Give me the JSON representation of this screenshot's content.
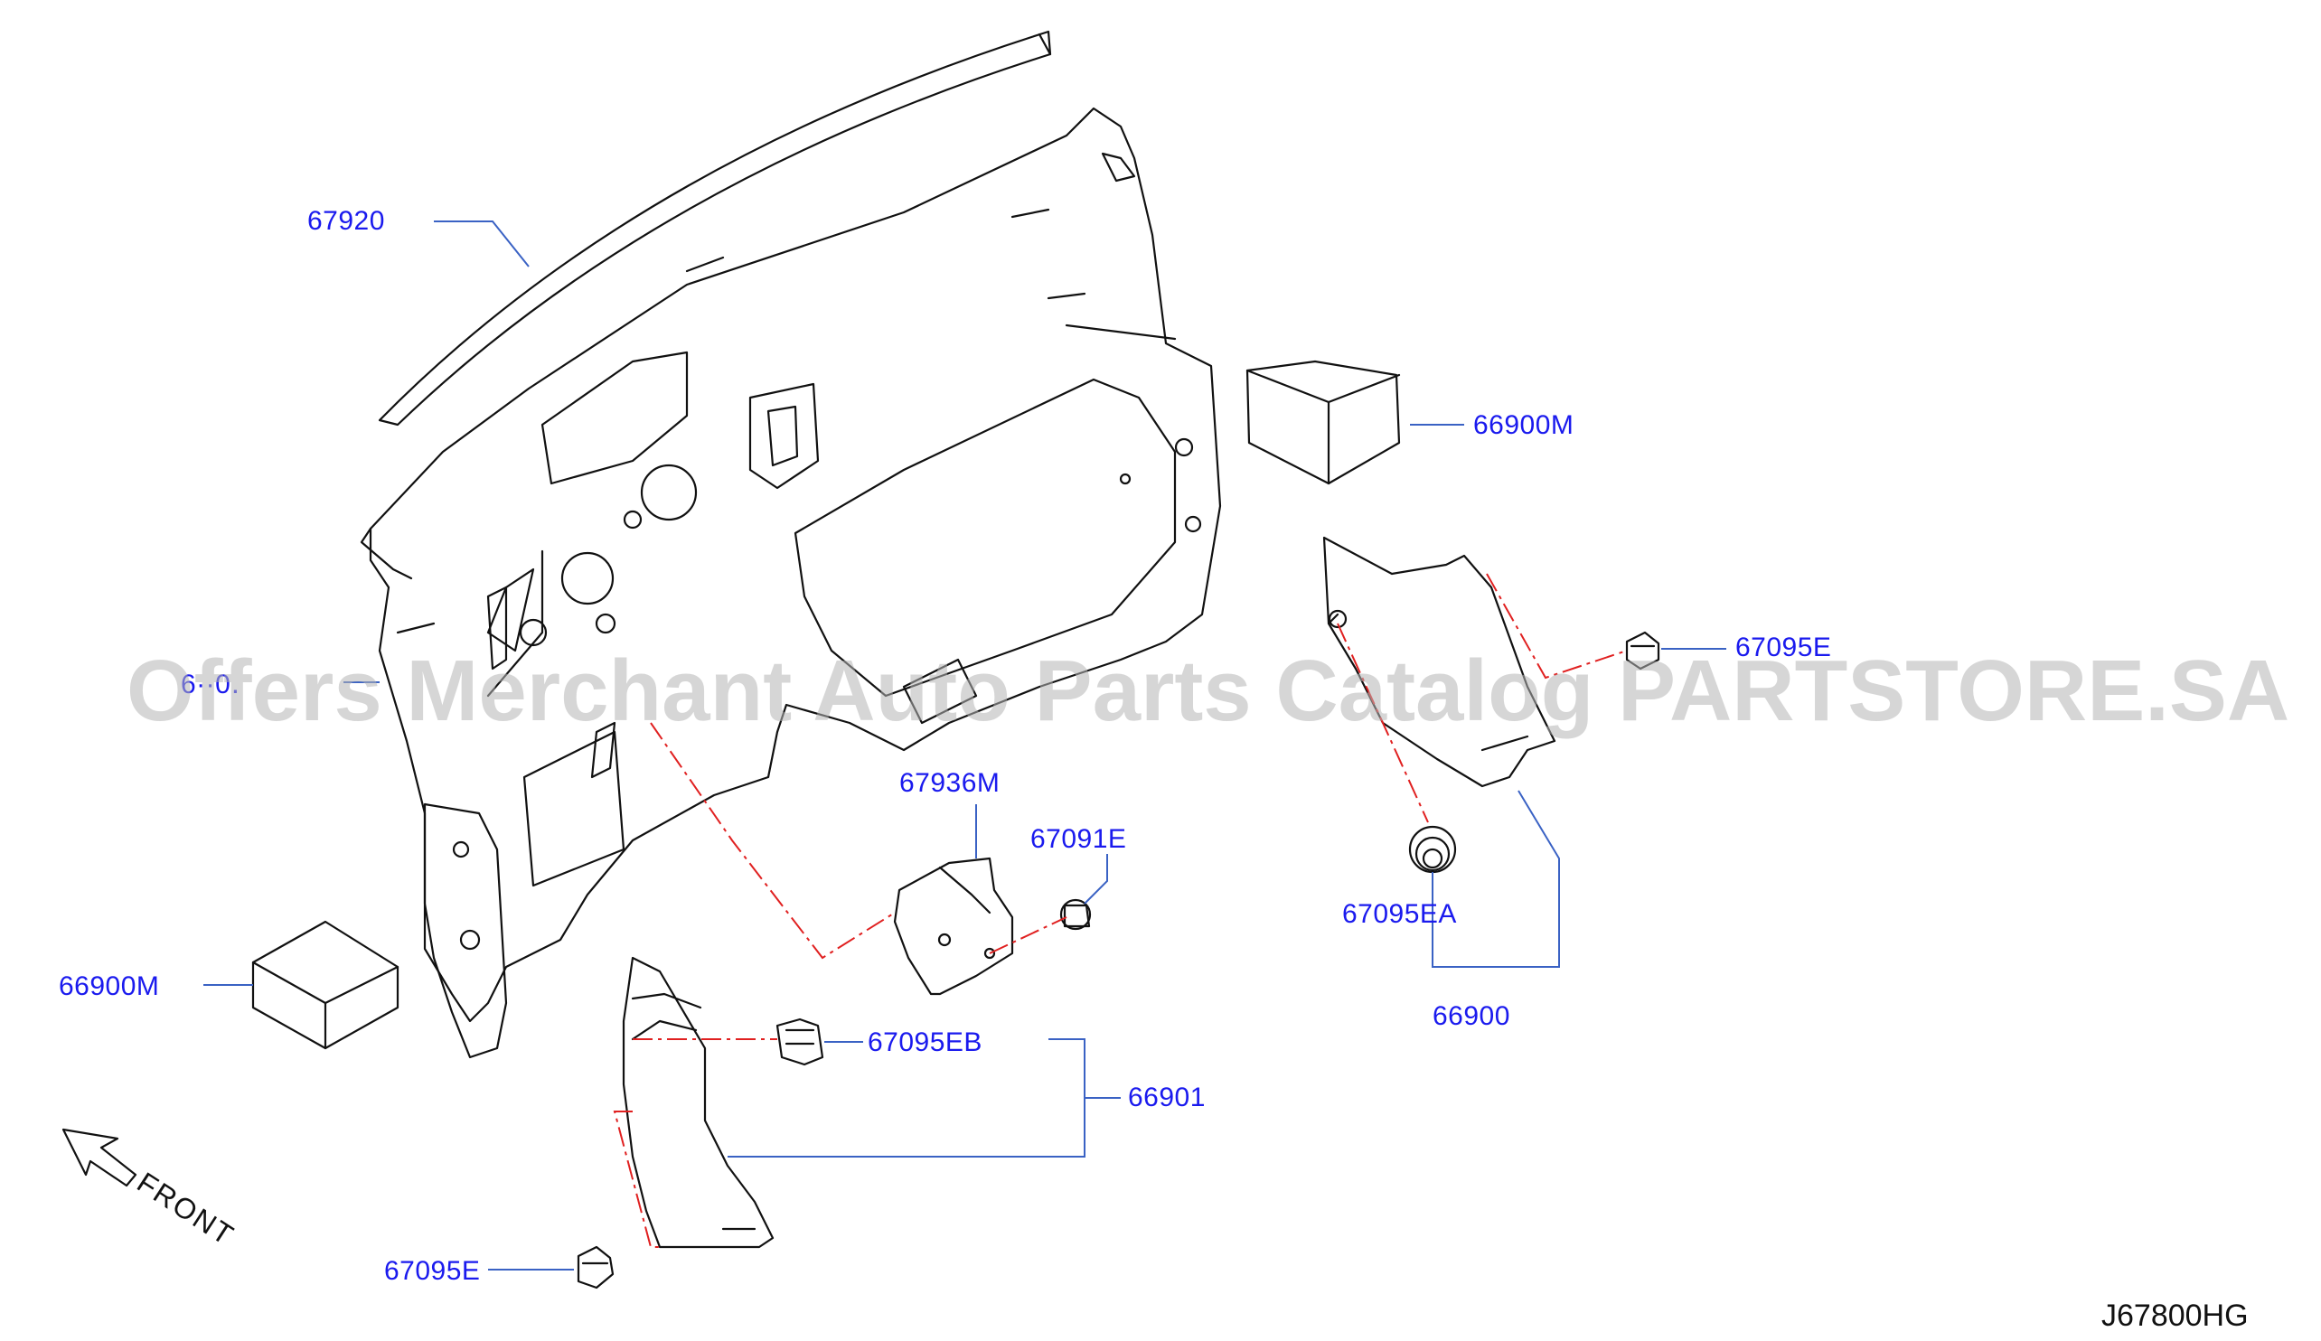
{
  "callouts": {
    "p67920": "67920",
    "p66900M_top": "66900M",
    "p66900M_left": "66900M",
    "p67095E_right": "67095E",
    "p67095E_bottom": "67095E",
    "p67936M": "67936M",
    "p67091E": "67091E",
    "p67095EA": "67095EA",
    "p67095EB": "67095EB",
    "p66900": "66900",
    "p66901": "66901",
    "p_hidden": "6··0․"
  },
  "front_label": "FRONT",
  "diagram_code": "J67800HG",
  "watermark": "Offers Merchant Auto Parts Catalog PARTSTORE.SA",
  "colors": {
    "callout": "#1a1aee",
    "leader": "#3a62c4",
    "linework": "#111111",
    "chain": "#e02020"
  }
}
